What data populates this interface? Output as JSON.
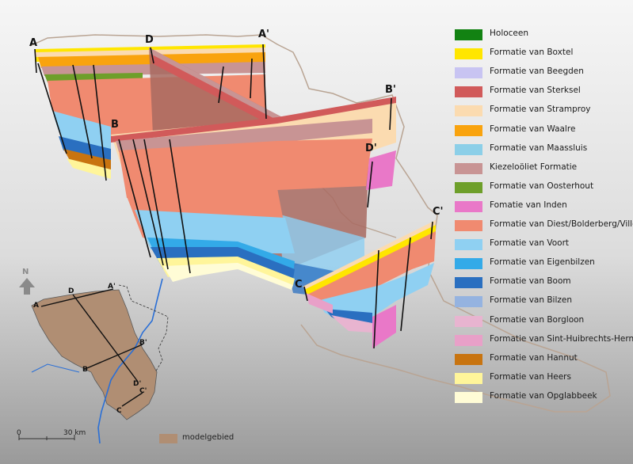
{
  "legend": {
    "items": [
      {
        "label": "Holoceen",
        "color": "#128212"
      },
      {
        "label": "Formatie van Boxtel",
        "color": "#ffe600"
      },
      {
        "label": "Formatie van Beegden",
        "color": "#c8c4f2"
      },
      {
        "label": "Formatie van Sterksel",
        "color": "#d15a5a"
      },
      {
        "label": "Formatie van Stramproy",
        "color": "#fbdbb0"
      },
      {
        "label": "Formatie van Waalre",
        "color": "#f9a30e"
      },
      {
        "label": "Formatie van Maassluis",
        "color": "#8ccfe8"
      },
      {
        "label": "Kiezeloöliet Formatie",
        "color": "#c89494"
      },
      {
        "label": "Formatie van Oosterhout",
        "color": "#6e9f2a"
      },
      {
        "label": "Fomatie van Inden",
        "color": "#e978c8"
      },
      {
        "label": "Formatie van Diest/Bolderberg/Ville",
        "color": "#f08a70"
      },
      {
        "label": "Formatie van Voort",
        "color": "#8fd0f2"
      },
      {
        "label": "Formatie van Eigenbilzen",
        "color": "#33aae8"
      },
      {
        "label": "Formatie van Boom",
        "color": "#2a6fc0"
      },
      {
        "label": "Formatie van Bilzen",
        "color": "#95b3e0"
      },
      {
        "label": "Formatie van Borgloon",
        "color": "#e8b4d0"
      },
      {
        "label": "Formatie van Sint-Huibrechts-Hern",
        "color": "#e8a0c8"
      },
      {
        "label": "Formatie van Hannut",
        "color": "#c87410"
      },
      {
        "label": "Formatie van Heers",
        "color": "#fff59a"
      },
      {
        "label": "Formatie van Opglabbeek",
        "color": "#fffcd6"
      }
    ]
  },
  "sections": {
    "A": "A",
    "A_prime": "A'",
    "B": "B",
    "B_prime": "B'",
    "C": "C",
    "C_prime": "C'",
    "D": "D",
    "D_prime": "D'"
  },
  "inset": {
    "north": "N",
    "scale_zero": "0",
    "scale_max": "30 km",
    "model_label": "modelgebied",
    "model_color": "#b08e73"
  }
}
